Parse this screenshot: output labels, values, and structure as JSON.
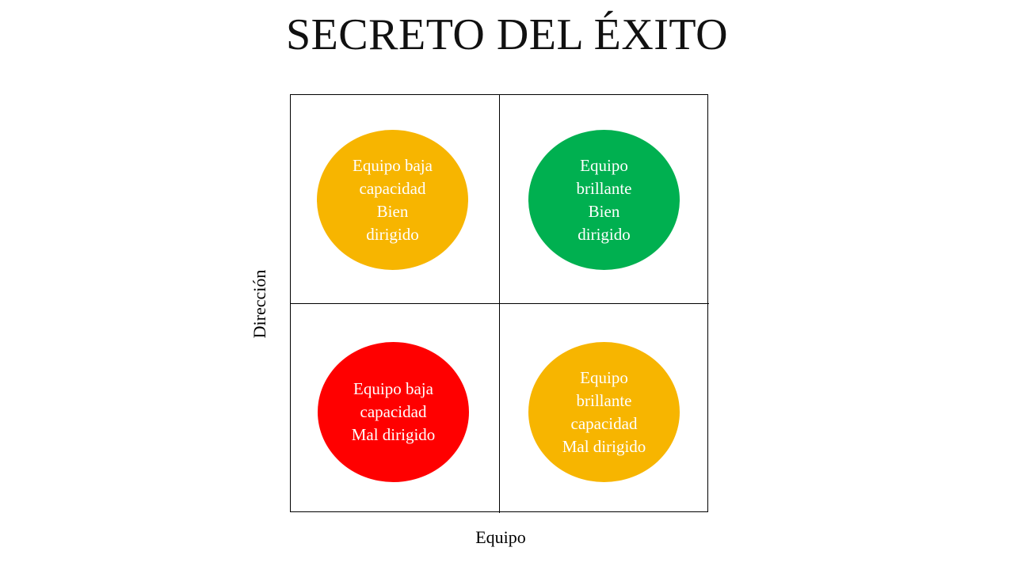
{
  "title": "SECRETO DEL ÉXITO",
  "axes": {
    "x_label": "Equipo",
    "y_label": "Dirección"
  },
  "quadrants": {
    "top_left": {
      "text": "Equipo baja capacidad Bien dirigido",
      "color": "#F7B500"
    },
    "top_right": {
      "text": "Equipo brillante Bien dirigido",
      "color": "#00B050"
    },
    "bottom_left": {
      "text": "Equipo baja capacidad Mal dirigido",
      "color": "#FF0000"
    },
    "bottom_right": {
      "text": "Equipo brillante capacidad Mal dirigido",
      "color": "#F7B500"
    }
  }
}
